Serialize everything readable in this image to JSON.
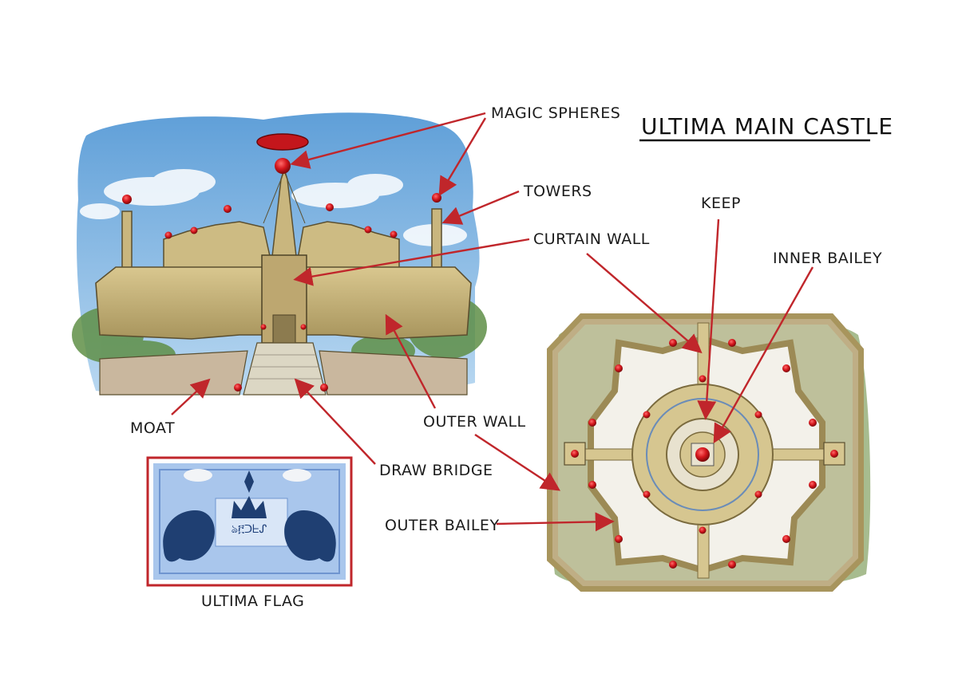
{
  "title": "ULTIMA MAIN CASTLE",
  "labels": {
    "magic_spheres": "MAGIC SPHERES",
    "towers": "TOWERS",
    "curtain_wall": "CURTAIN WALL",
    "keep": "KEEP",
    "inner_bailey": "INNER BAILEY",
    "moat": "MOAT",
    "outer_wall": "OUTER WALL",
    "draw_bridge": "DRAW BRIDGE",
    "outer_bailey": "OUTER BAILEY",
    "flag": "ULTIMA FLAG"
  },
  "flag_inscription": "ঌ፫ᑐᖶᔑ",
  "colors": {
    "arrow": "#c0262b",
    "sky": "#7fb6e3",
    "stone": "#c9b67e",
    "stone_dark": "#8c7b4f",
    "sphere": "#d4161c",
    "flag_border": "#c0262b",
    "flag_bg": "#a9c6ec",
    "flag_ink": "#1f3f72",
    "foliage": "#5f8f47"
  },
  "icons": {
    "sphere": "red-orb-icon",
    "flag_emblem": "crown-and-griffins-emblem"
  }
}
